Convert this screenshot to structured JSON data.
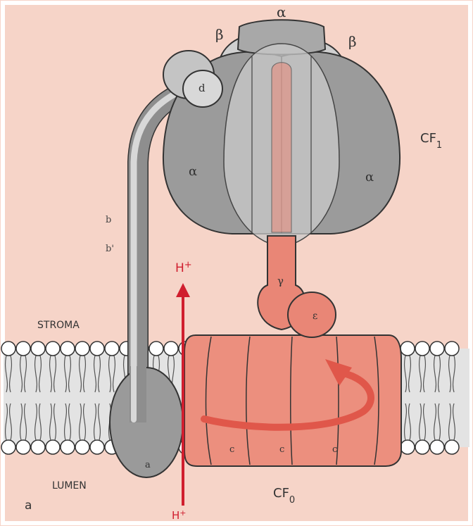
{
  "labels": {
    "alpha_top": "α",
    "beta_left": "β",
    "beta_right": "β",
    "delta": "d",
    "cf1": "CF",
    "cf1_sub": "1",
    "alpha_left": "α",
    "alpha_right": "α",
    "b": "b",
    "b_prime": "b'",
    "h_top": "H",
    "h_top_sup": "+",
    "gamma": "γ",
    "epsilon": "ε",
    "stroma": "STROMA",
    "lumen": "LUMEN",
    "a_sub": "a",
    "c1": "c",
    "c2": "c",
    "c3": "c",
    "cf0": "CF",
    "cf0_sub": "0",
    "h_bottom": "H",
    "h_bottom_sup": "+",
    "panel": "a"
  },
  "colors": {
    "background": "#f6d4c8",
    "membrane_core": "#e3e3e3",
    "lipid_head": "#ffffff",
    "f1_gray": "#9b9b9b",
    "f1_light": "#cfcfcf",
    "stalk_salmon": "#e98676",
    "c_ring": "#ec8f7e",
    "proton_red": "#d01e2e",
    "outline": "#333333"
  }
}
